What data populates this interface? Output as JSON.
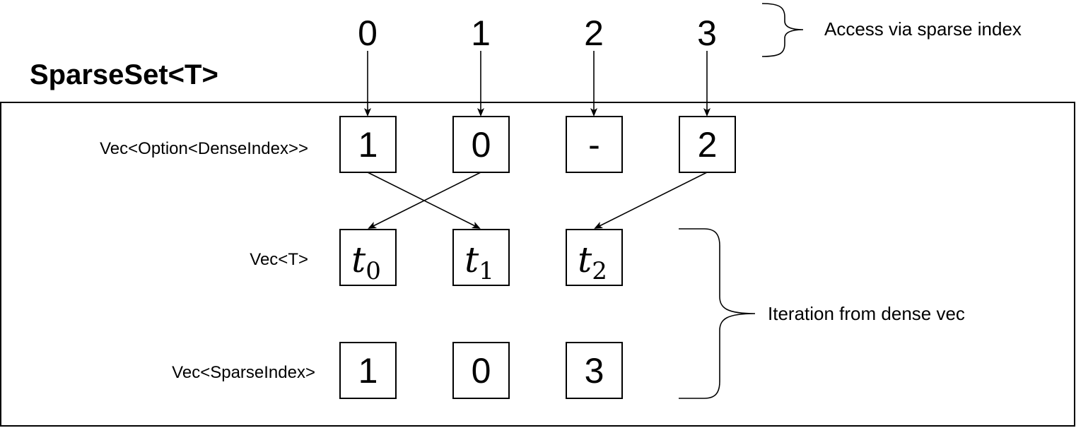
{
  "title": "SparseSet<T>",
  "top_indices": [
    "0",
    "1",
    "2",
    "3"
  ],
  "access_label": "Access via sparse index",
  "iteration_label": "Iteration from dense vec",
  "rows": {
    "sparse": {
      "label": "Vec<Option<DenseIndex>>",
      "cells": [
        "1",
        "0",
        "-",
        "2"
      ]
    },
    "dense": {
      "label": "Vec<T>",
      "cells": [
        {
          "base": "t",
          "sub": "0"
        },
        {
          "base": "t",
          "sub": "1"
        },
        {
          "base": "t",
          "sub": "2"
        }
      ]
    },
    "indices": {
      "label": "Vec<SparseIndex>",
      "cells": [
        "1",
        "0",
        "3"
      ]
    }
  }
}
